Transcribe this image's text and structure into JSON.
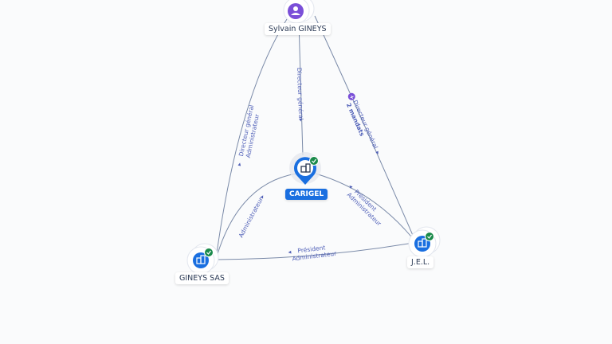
{
  "nodes": {
    "person": {
      "label": "Sylvain GINEYS"
    },
    "carigel": {
      "label": "CARIGEL"
    },
    "gineys_sas": {
      "label": "GINEYS SAS"
    },
    "jel": {
      "label": "J.E.L."
    }
  },
  "edges": {
    "person_carigel": {
      "line1": "Directeur général"
    },
    "person_gineys": {
      "line1": "Directeur général",
      "line2": "Administrateur"
    },
    "person_jel": {
      "line1": "Directeur général",
      "line2": "2 mandats"
    },
    "carigel_gineys": {
      "line1": "Administrateur"
    },
    "carigel_jel": {
      "line1": "Président",
      "line2": "Administrateur"
    },
    "gineys_jel": {
      "line1": "Président",
      "line2": "Administrateur"
    }
  },
  "colors": {
    "accent": "#1a6fe0",
    "person": "#7a4fd8",
    "check": "#1a8a4a",
    "edge": "#7a8aa8",
    "edge_label": "#5060b8"
  }
}
